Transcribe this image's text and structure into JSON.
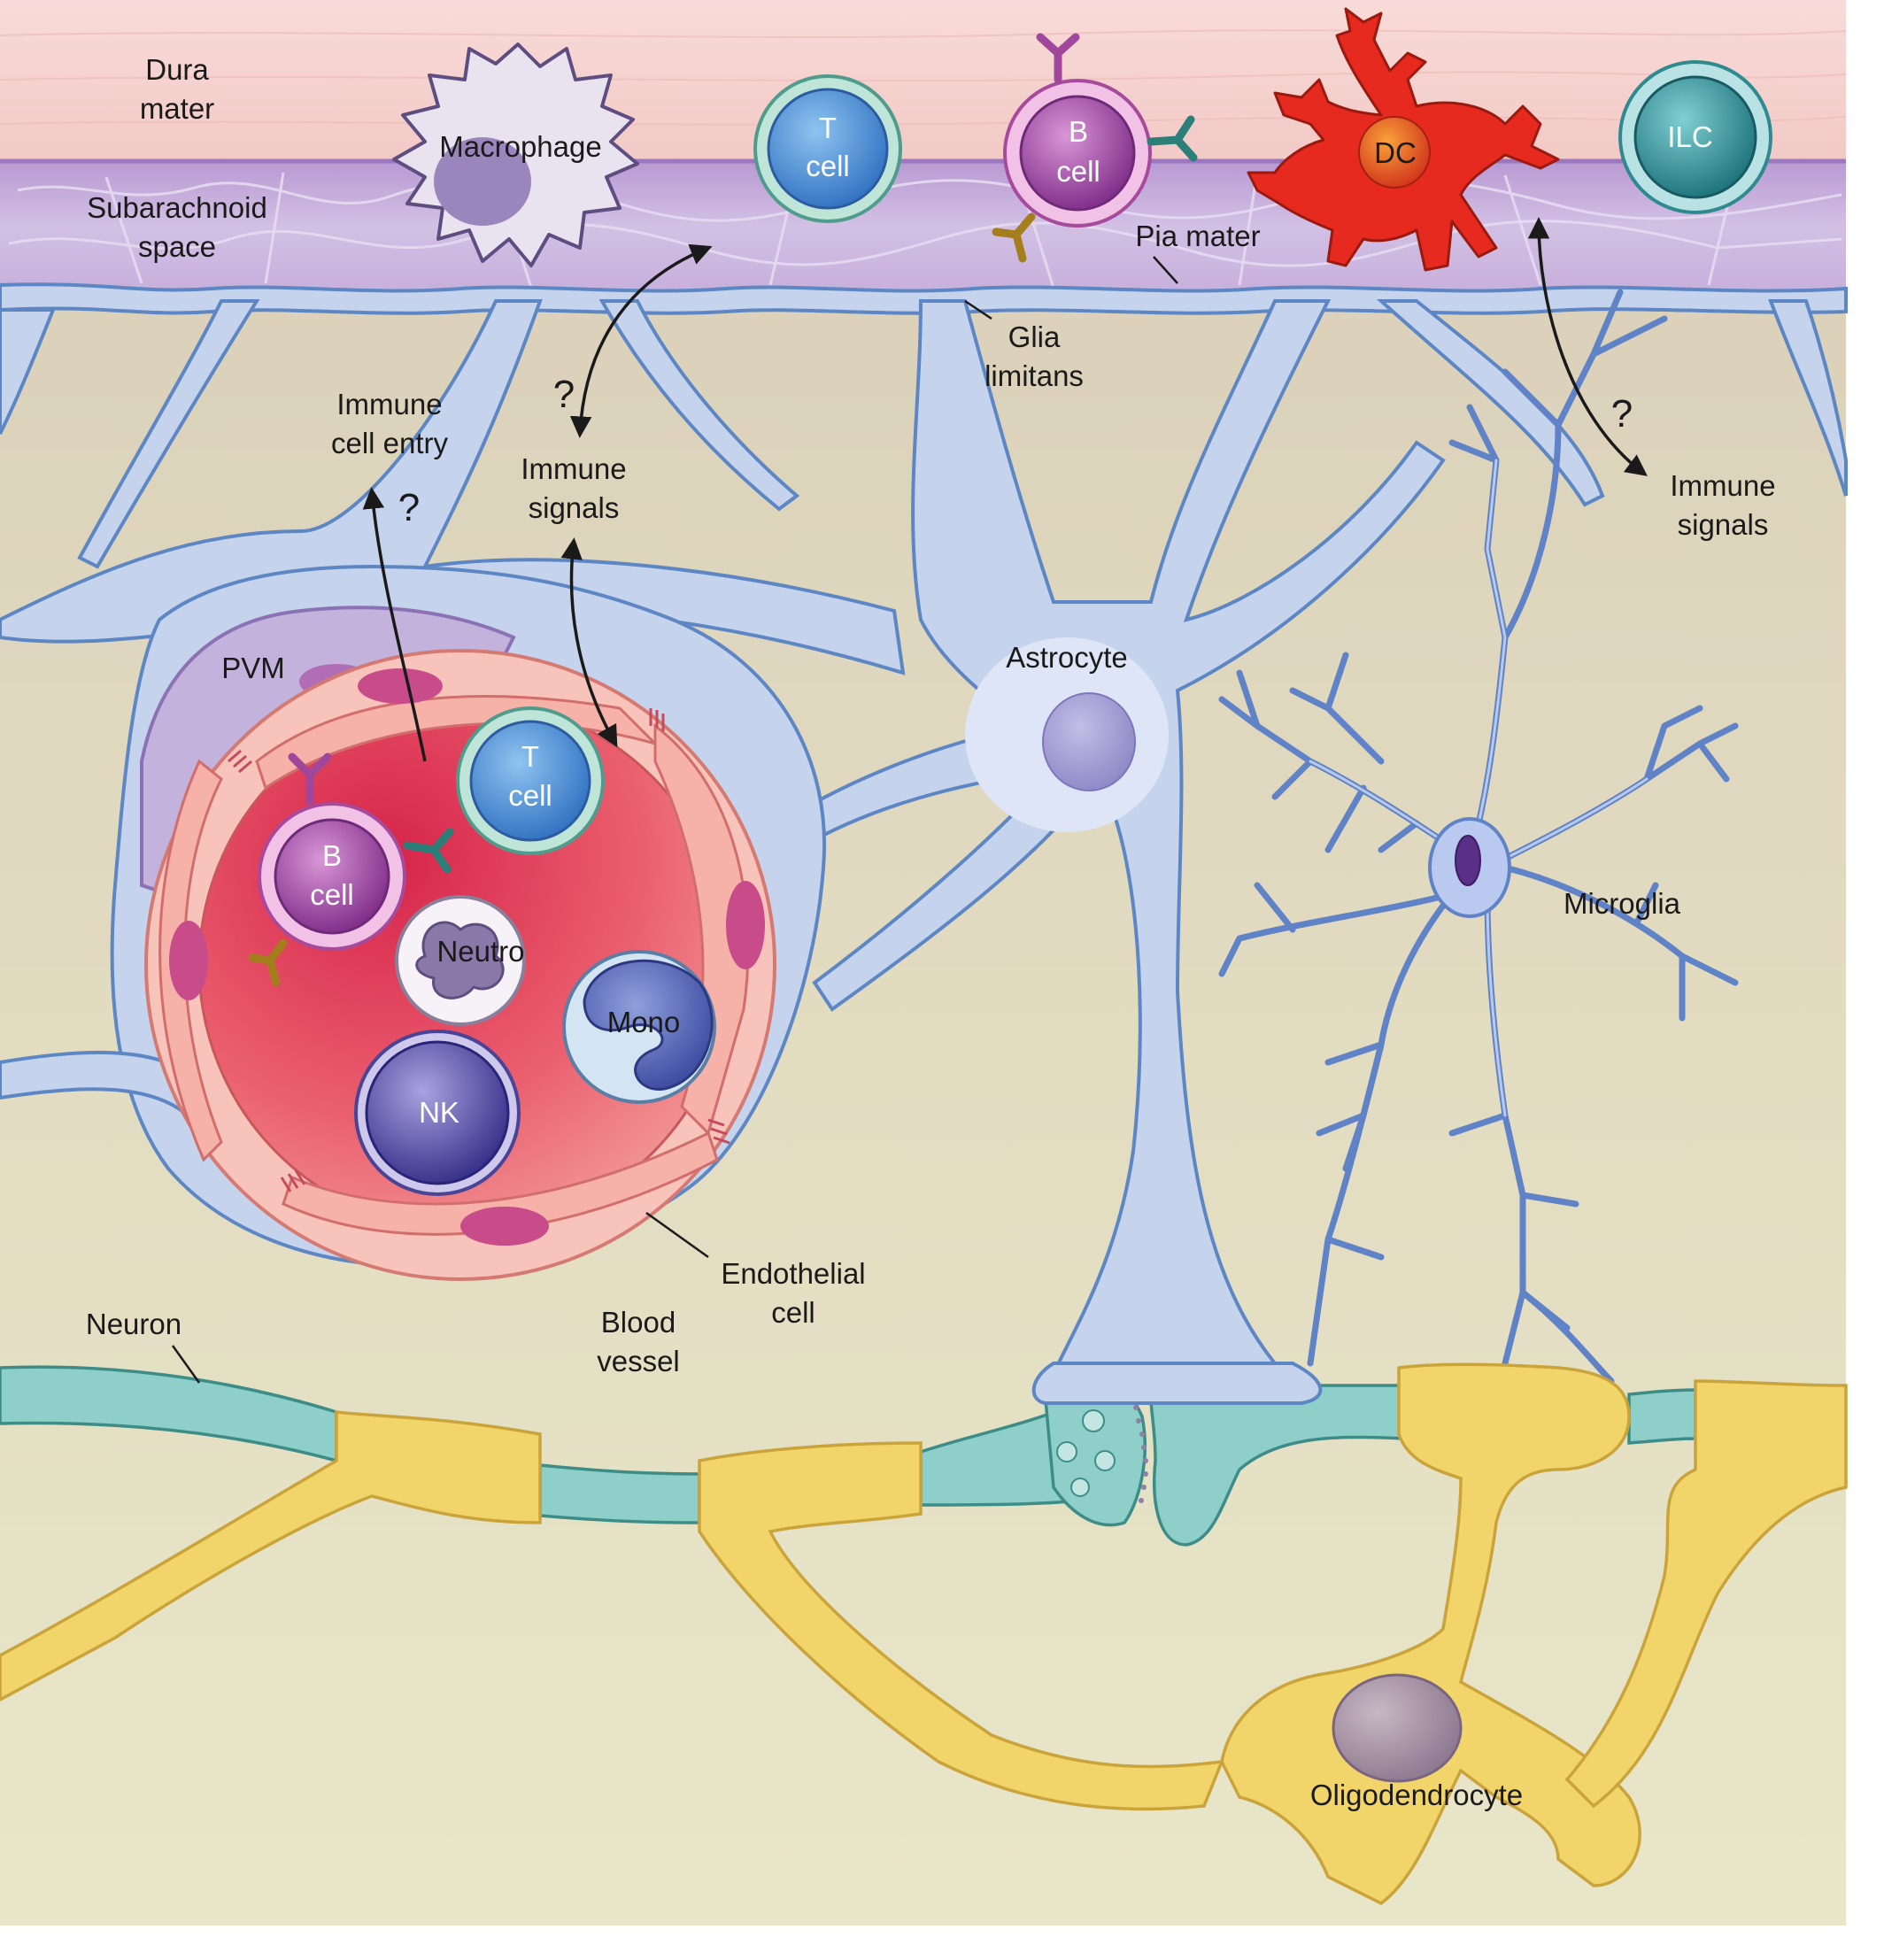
{
  "labels": {
    "dura_mater": [
      "Dura",
      "mater"
    ],
    "subarachnoid_space": [
      "Subarachnoid",
      "space"
    ],
    "macrophage": "Macrophage",
    "t_cell_top": [
      "T",
      "cell"
    ],
    "b_cell_top": [
      "B",
      "cell"
    ],
    "dc": "DC",
    "ilc": "ILC",
    "pia_mater": "Pia mater",
    "glia_limitans": [
      "Glia",
      "limitans"
    ],
    "immune_cell_entry": [
      "Immune",
      "cell entry"
    ],
    "immune_signals_left": [
      "Immune",
      "signals"
    ],
    "immune_signals_right": [
      "Immune",
      "signals"
    ],
    "question_mark": "?",
    "pvm": "PVM",
    "astrocyte": "Astrocyte",
    "microglia": "Microglia",
    "t_cell_vessel": [
      "T",
      "cell"
    ],
    "b_cell_vessel": [
      "B",
      "cell"
    ],
    "neutro": "Neutro",
    "mono": "Mono",
    "nk": "NK",
    "endothelial_cell": [
      "Endothelial",
      "cell"
    ],
    "blood_vessel": [
      "Blood",
      "vessel"
    ],
    "neuron": "Neuron",
    "oligodendrocyte": "Oligodendrocyte"
  },
  "colors": {
    "dura": "#f6d2cf",
    "pia": "#c4a9d8",
    "parenchyma_top": "#ddd3bf",
    "parenchyma_bottom": "#e6e4c6",
    "astrocyte": "#c6d3ec",
    "astrocyte_outline": "#5d86c4",
    "microglia": "#5f83c6",
    "vessel_lumen": "#e23f5c",
    "endothelium": "#f6b1a9",
    "myelin": "#f2d56a",
    "axon": "#8fcfca",
    "dendritic_cell": "#e62a20",
    "t_cell": "#4d95d6",
    "b_cell": "#a23e9b",
    "nk_cell": "#524ba8",
    "ilc": "#2b9b9f"
  }
}
